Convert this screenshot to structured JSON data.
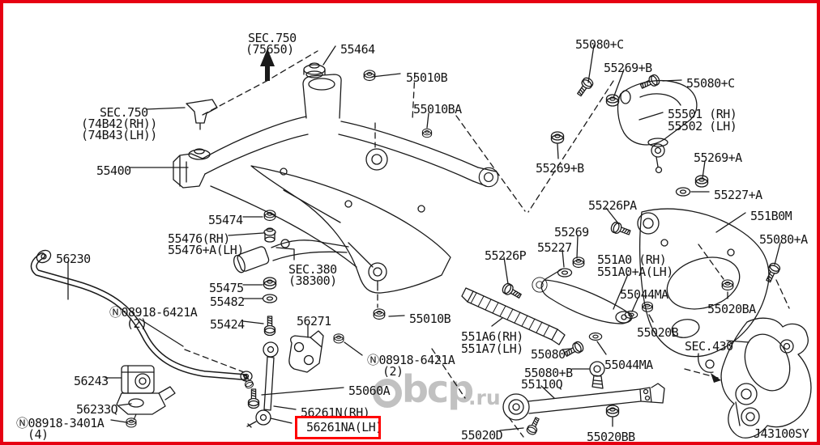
{
  "page": {
    "background": "#ffffff",
    "border_color": "#e60012",
    "diagram_code": "J43100SY"
  },
  "watermark": {
    "text": "bcp",
    "suffix": ".ru",
    "color": "#9a9a9a"
  },
  "highlight": {
    "color": "#ff0000",
    "selected_part": "56261NA(LH)"
  },
  "labels": {
    "sec750a_l1": "SEC.750",
    "sec750a_l2": "(75650)",
    "p55464": "55464",
    "p55010b_1": "55010B",
    "p55010ba": "55010BA",
    "p55080c_1": "55080+C",
    "p55269b_1": "55269+B",
    "p55080c_2": "55080+C",
    "p55501": "55501 (RH)",
    "p55502": "55502 (LH)",
    "sec750b_l1": "SEC.750",
    "sec750b_l2": "(74B42(RH))",
    "sec750b_l3": "(74B43(LH))",
    "p55400": "55400",
    "p55269b_2": "55269+B",
    "p55269a": "55269+A",
    "p55227a": "55227+A",
    "p55226pa": "55226PA",
    "p551b0m": "551B0M",
    "p55080a": "55080+A",
    "p55474": "55474",
    "p55476_1": "55476(RH)",
    "p55476_2": "55476+A(LH)",
    "sec380_l1": "SEC.380",
    "sec380_l2": "(38300)",
    "p55475": "55475",
    "p55482": "55482",
    "p56230": "56230",
    "n6421a_1a": "Ⓝ08918-6421A",
    "n6421a_1b": "(2)",
    "p55424": "55424",
    "p56271": "56271",
    "p55269": "55269",
    "p55227": "55227",
    "p55226p": "55226P",
    "p551a0_1": "551A0 (RH)",
    "p551a0_2": "551A0+A(LH)",
    "p55044ma_1": "55044MA",
    "p55020ba": "55020BA",
    "p55020b": "55020B",
    "sec430": "SEC.430",
    "p551a6": "551A6(RH)",
    "p551a7": "551A7(LH)",
    "p55010b_2": "55010B",
    "n6421a_2a": "Ⓝ08918-6421A",
    "n6421a_2b": "(2)",
    "p55080": "55080",
    "p55080b": "55080+B",
    "p55110q": "55110Q",
    "p55044ma_2": "55044MA",
    "p56243": "56243",
    "p56233q": "56233Q",
    "n3401a_a": "Ⓝ08918-3401A",
    "n3401a_b": "(4)",
    "p55060a": "55060A",
    "p56261n": "56261N(RH)",
    "p56261na": "56261NA(LH)",
    "p55020d": "55020D",
    "p55020bb": "55020BB"
  }
}
